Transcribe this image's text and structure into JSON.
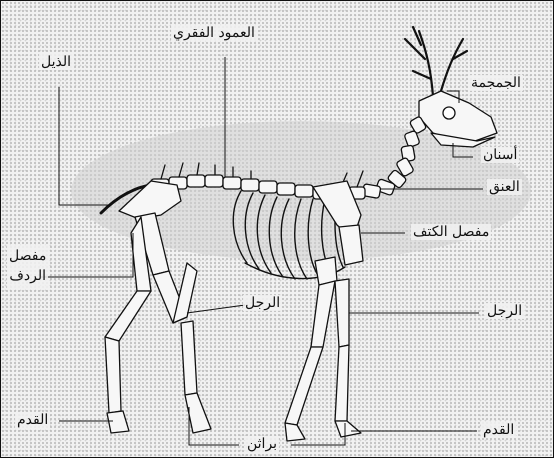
{
  "labels": {
    "tail": "الذيل",
    "spine": "العمود الفقري",
    "skull": "الجمجمة",
    "teeth": "أسنان",
    "neck": "العنق",
    "shoulder_joint": "مفصل الكتف",
    "hip_joint_line1": "مفصل",
    "hip_joint_line2": "الردف",
    "hind_leg": "الرجل",
    "fore_leg": "الرجل",
    "hind_foot": "القدم",
    "fore_foot": "القدم",
    "hooves": "براثن"
  }
}
